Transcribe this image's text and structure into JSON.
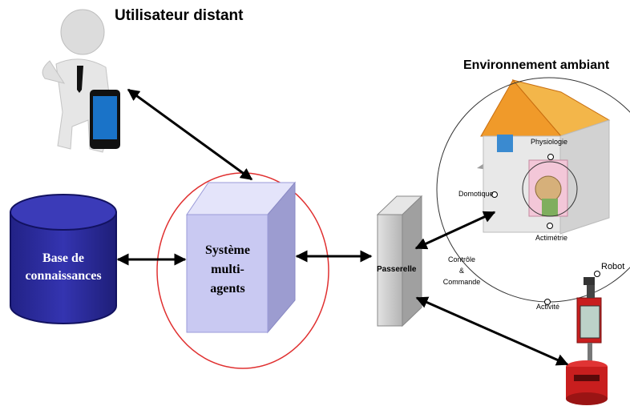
{
  "labels": {
    "remote_user": "Utilisateur distant",
    "ambient_env": "Environnement ambiant",
    "knowledge_base_line1": "Base de",
    "knowledge_base_line2": "connaissances",
    "mas_line1": "Système",
    "mas_line2": "multi-",
    "mas_line3": "agents",
    "gateway": "Passerelle",
    "control_line1": "Contrôle",
    "control_line2": "&",
    "control_line3": "Commande",
    "physiology": "Physiologie",
    "home_automation": "Domotique",
    "actimetry": "Actimétrie",
    "robot": "Robot",
    "activity": "Activité"
  },
  "colors": {
    "database_fill": "#2e2ea0",
    "mas_box_front": "#c9c9f2",
    "mas_ellipse": "#e03030",
    "gateway_box": "#c8c8c8",
    "roof": "#f09a2a",
    "robot_red": "#c81e1e"
  }
}
